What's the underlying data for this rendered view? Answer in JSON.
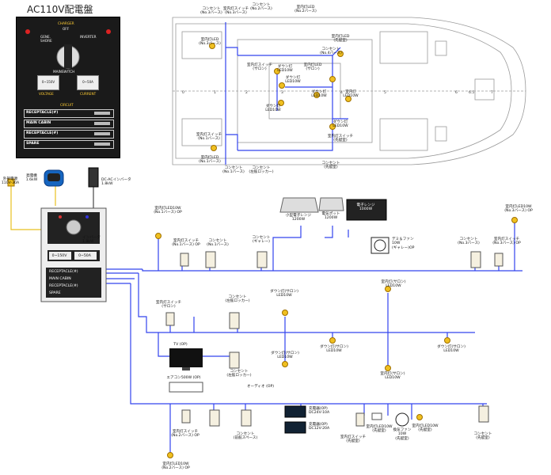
{
  "header": {
    "title": "AC110V配電盤"
  },
  "panel": {
    "label_top": "CHARGER",
    "label_off": "OFF",
    "label_gene": "GENE.\nSHORE",
    "label_inverter": "INVERTER",
    "label_main_sw": "MAINSWITCH",
    "btn_left": "0~150V",
    "btn_right": "0~50A",
    "label_voltage": "VOLTAGE",
    "label_current": "CURRENT",
    "label_circuit": "CIRCUIT",
    "rows": [
      "RECEPTACLE(#)",
      "MAIN CABIN",
      "RECEPTACLE(#)",
      "SPARE"
    ]
  },
  "sources": {
    "shore": "外部電源\n110V-30A",
    "generator": "発電機\n1.6kW",
    "inverter": "DC-ACインバータ\n1.8kW",
    "inverter_small": "インバータ\n1.8kW"
  },
  "mini_panel": {
    "btn_left": "0~150V",
    "btn_right": "0~50A",
    "rows": [
      "RECEPTACLE(#)",
      "MAIN CABIN",
      "RECEPTACLE(#)",
      "SPARE"
    ]
  },
  "components": {
    "led_p1": "室内灯LED10W\n(No.1バース) OP",
    "sw_p1": "室内灯スイッチ\n(No.1バース) OP",
    "out_p1": "コンセント\n(No.1バース)",
    "out_galley": "コンセント\n(ギャレー)",
    "microwave": "小型電子レンジ\n1200W",
    "pot": "電気ポット\n1200W",
    "range": "電子レンジ\n1000W",
    "fan": "デミ＆ファン\n10W\n(ギャレー)OP",
    "out_p3": "コンセント\n(No.3バース)",
    "sw_p3": "室内灯スイッチ\n(No.3バース) OP",
    "led_p3": "室内灯LED10W\n(No.3バース) OP",
    "sw_salon": "室内灯スイッチ\n(サロン)",
    "led_salon_room": "室内灯(サロン)\nLED10W",
    "out_locker": "コンセント\n(左舷ロッカー)",
    "down1": "ダウン灯(サロン)\nLED10W",
    "down2": "ダウン灯(サロン)\nLED10W",
    "down3": "ダウン灯(サロン)\nLED10W",
    "down4": "ダウン灯(サロン)\nLED10W",
    "down5": "ダウン灯(サロン)\nLED10W",
    "led_salon2": "室内灯(サロン)\nLED10W",
    "tv": "TV (OP)",
    "ac": "エアコン500W (OP)",
    "out_locker2": "コンセント\n(左舷ロッカー)",
    "audio": "オーディオ (OP)",
    "sw_p2": "室内灯スイッチ\n(No.2バース) OP",
    "out_fwd": "コンセント\n(前舷スペース)",
    "charger1": "充電器(OP)\nDC24V-10A",
    "charger2": "充電器(OP)\nDC12V-20A",
    "sw_ship": "室内灯スイッチ\n(先艇室)",
    "led_ship": "室内灯LED10W\n(先艇室)",
    "fan_ship": "換気ファン\n10W\n(先艇室)",
    "led_ship2": "室内灯LED10W\n(先艇室)",
    "out_ship": "コンセント\n(先艇室)",
    "led_p2": "室内灯LED10W\n(No.2バース) OP"
  },
  "plan_labels": {
    "p01": "コンセント\n(No.3バース)",
    "p02": "室内灯スイッチ\n(No.3バース)",
    "p03": "コンセント\n(No.2バース)",
    "p04": "室内灯LED\n(No.3バース)",
    "p05": "室内灯LED\n(No.2バース)",
    "p06": "室内灯スイッチ\n(サロン)",
    "p07": "ダウン灯\nLED10W",
    "p08": "室内灯LED\n(サロン)",
    "p09": "ダウン灯\nLED10W",
    "p10": "ダウン灯\nLED10W",
    "p11": "ダウン灯\nLED10W",
    "p12": "室内灯\nLED10W",
    "p13": "ダウン灯\nLED10W",
    "p14": "室内灯スイッチ\n(No.1バース)",
    "p15": "室内灯LED\n(No.1バース)",
    "p16": "コンセント\n(No.1バース)",
    "p17": "コンセント\n(No.4バース)",
    "p18": "室内灯スイッチ\n(先艇室)",
    "p19": "コンセント\n(先艇室)",
    "p20": "コンセント\n(左舷ロッカー)",
    "p21": "室内灯LED\n(先艇室)"
  },
  "stations": [
    "0",
    "1",
    "2",
    "3",
    "4",
    "5",
    "6",
    "6.5",
    "7"
  ],
  "colors": {
    "wire": "#3344ee",
    "yellow_wire": "#e8c020",
    "panel_bg": "#1a1a1a",
    "lamp": "#f0c020"
  }
}
